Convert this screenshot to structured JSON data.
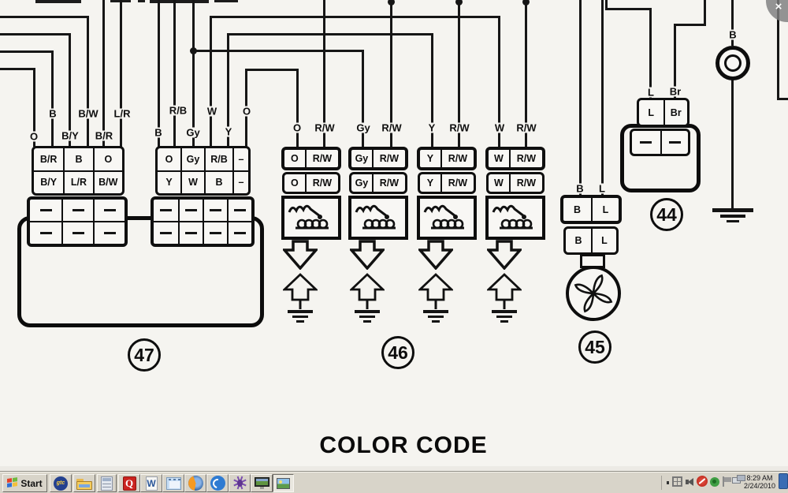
{
  "overlay": {
    "close": "×"
  },
  "diagram": {
    "title": "COLOR CODE",
    "numbers": {
      "n47": "47",
      "n46": "46",
      "n45": "45",
      "n44": "44"
    },
    "bullet_label": "B",
    "left_wires": [
      "O",
      "B",
      "B/Y",
      "B/W",
      "B/R",
      "L/R"
    ],
    "mid_wires": [
      "B",
      "R/B",
      "Gy",
      "W",
      "Y",
      "O"
    ],
    "conn47_left": {
      "rows": [
        [
          "B/R",
          "B",
          "O"
        ],
        [
          "B/Y",
          "L/R",
          "B/W"
        ]
      ]
    },
    "conn47_right": {
      "rows": [
        [
          "O",
          "Gy",
          "R/B",
          "–"
        ],
        [
          "Y",
          "W",
          "B",
          "–"
        ]
      ]
    },
    "coils": [
      {
        "wl": "O",
        "wr": "R/W"
      },
      {
        "wl": "Gy",
        "wr": "R/W"
      },
      {
        "wl": "Y",
        "wr": "R/W"
      },
      {
        "wl": "W",
        "wr": "R/W"
      }
    ],
    "fan": {
      "wires": [
        "B",
        "L"
      ],
      "rows": [
        [
          "B",
          "L"
        ],
        [
          "B",
          "L"
        ]
      ]
    },
    "comp44": {
      "wires": [
        "L",
        "Br"
      ],
      "cells": [
        "L",
        "Br"
      ]
    }
  },
  "taskbar": {
    "start": "Start",
    "gtc": "gtc",
    "quicken": "Q",
    "word": "W",
    "clock": {
      "time": "8:29 AM",
      "date": "2/24/2010"
    }
  }
}
